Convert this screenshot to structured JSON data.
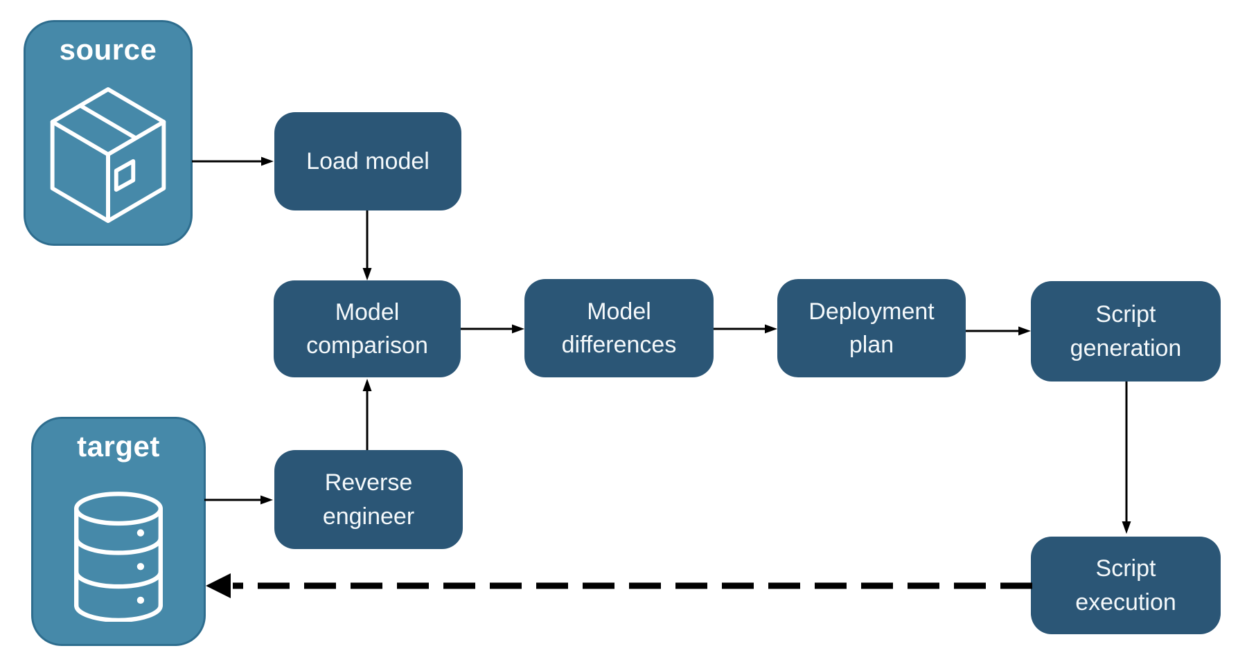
{
  "colors": {
    "node_fill": "#2B5676",
    "node_text": "#F5F9FB",
    "endpoint_fill": "#4689A9",
    "endpoint_border": "#2E6D8E",
    "endpoint_text": "#FFFFFF",
    "arrow": "#000000",
    "canvas_bg": "#FFFFFF"
  },
  "diagram": {
    "endpoints": {
      "source": {
        "label": "source",
        "icon": "package-icon"
      },
      "target": {
        "label": "target",
        "icon": "database-icon"
      }
    },
    "nodes": [
      {
        "id": "load-model",
        "label": "Load model"
      },
      {
        "id": "model-comparison",
        "label": "Model comparison"
      },
      {
        "id": "model-differences",
        "label": "Model differences"
      },
      {
        "id": "deployment-plan",
        "label": "Deployment plan"
      },
      {
        "id": "script-generation",
        "label": "Script generation"
      },
      {
        "id": "reverse-engineer",
        "label": "Reverse engineer"
      },
      {
        "id": "script-execution",
        "label": "Script execution"
      }
    ],
    "edges": [
      {
        "from": "source",
        "to": "load-model",
        "style": "solid"
      },
      {
        "from": "load-model",
        "to": "model-comparison",
        "style": "solid"
      },
      {
        "from": "model-comparison",
        "to": "model-differences",
        "style": "solid"
      },
      {
        "from": "model-differences",
        "to": "deployment-plan",
        "style": "solid"
      },
      {
        "from": "deployment-plan",
        "to": "script-generation",
        "style": "solid"
      },
      {
        "from": "target",
        "to": "reverse-engineer",
        "style": "solid"
      },
      {
        "from": "reverse-engineer",
        "to": "model-comparison",
        "style": "solid"
      },
      {
        "from": "script-generation",
        "to": "script-execution",
        "style": "solid"
      },
      {
        "from": "script-execution",
        "to": "target",
        "style": "dashed"
      }
    ]
  }
}
